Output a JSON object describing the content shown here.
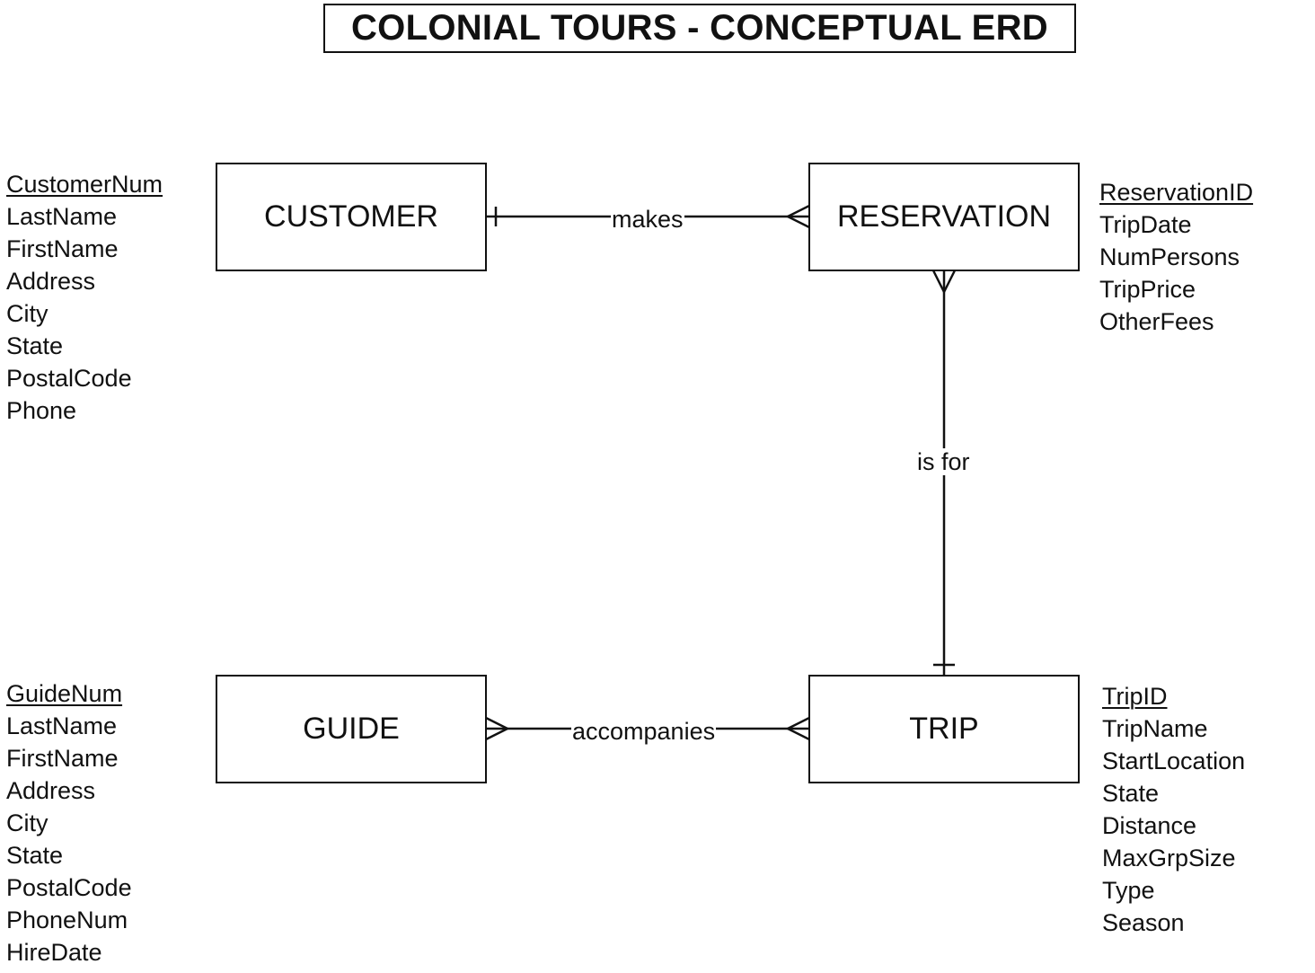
{
  "diagram": {
    "title": "COLONIAL TOURS - CONCEPTUAL ERD"
  },
  "entities": {
    "customer": {
      "name": "CUSTOMER",
      "attributes": [
        "CustomerNum",
        "LastName",
        "FirstName",
        "Address",
        "City",
        "State",
        "PostalCode",
        "Phone"
      ]
    },
    "reservation": {
      "name": "RESERVATION",
      "attributes": [
        "ReservationID",
        "TripDate",
        "NumPersons",
        "TripPrice",
        "OtherFees"
      ]
    },
    "guide": {
      "name": "GUIDE",
      "attributes": [
        "GuideNum",
        "LastName",
        "FirstName",
        "Address",
        "City",
        "State",
        "PostalCode",
        "PhoneNum",
        "HireDate"
      ]
    },
    "trip": {
      "name": "TRIP",
      "attributes": [
        "TripID",
        "TripName",
        "StartLocation",
        "State",
        "Distance",
        "MaxGrpSize",
        "Type",
        "Season"
      ]
    }
  },
  "relationships": {
    "makes": {
      "label": "makes",
      "from": "CUSTOMER",
      "to": "RESERVATION",
      "from_cardinality": "one",
      "to_cardinality": "many"
    },
    "is_for": {
      "label": "is for",
      "from": "RESERVATION",
      "to": "TRIP",
      "from_cardinality": "many",
      "to_cardinality": "one"
    },
    "accompanies": {
      "label": "accompanies",
      "from": "GUIDE",
      "to": "TRIP",
      "from_cardinality": "many",
      "to_cardinality": "many"
    }
  }
}
